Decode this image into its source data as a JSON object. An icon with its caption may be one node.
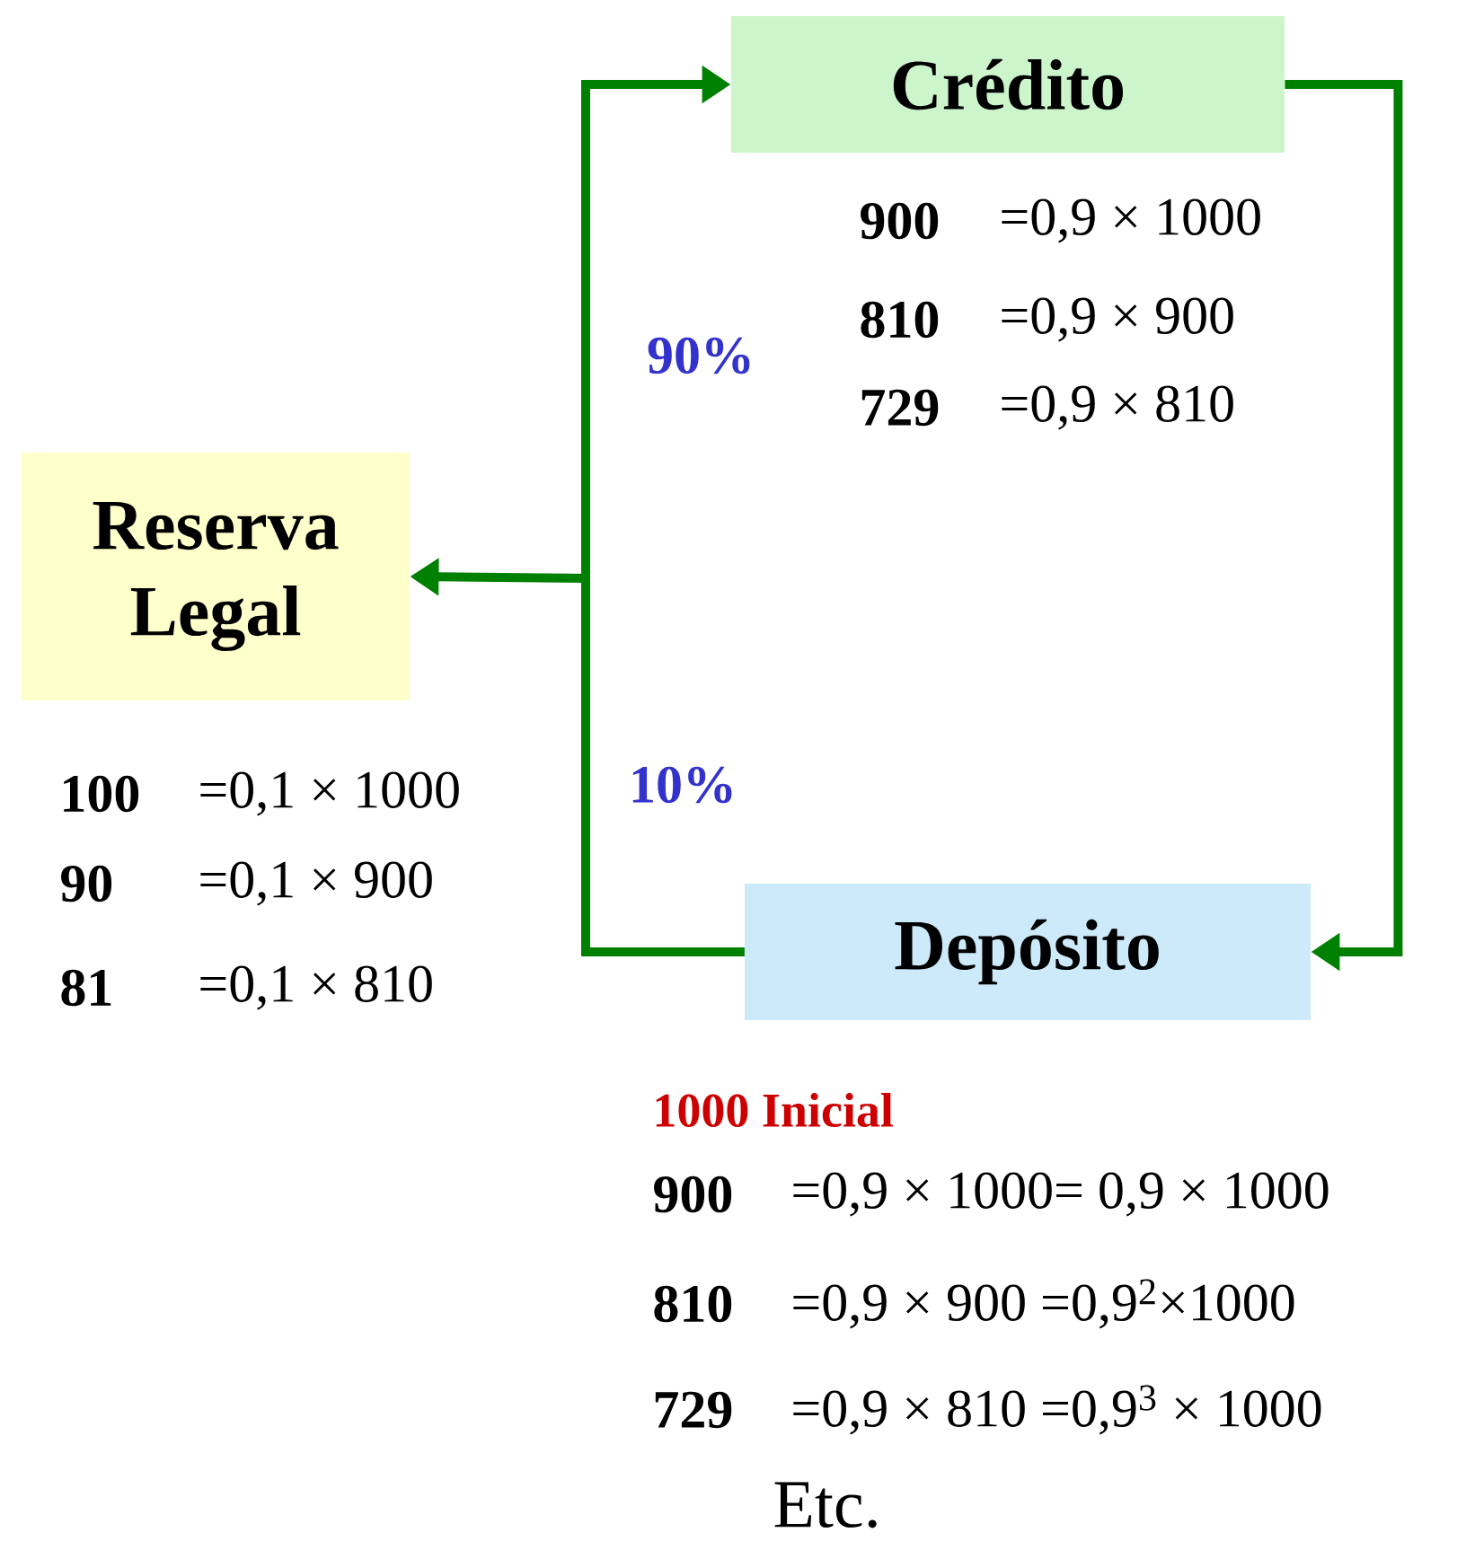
{
  "diagram": {
    "nodes": [
      {
        "text": [
          "Crédito"
        ]
      },
      {
        "text": [
          "Reserva Legal"
        ]
      },
      {
        "text": [
          "Depósito"
        ]
      }
    ],
    "edges": [
      {
        "from": 0,
        "to": 2,
        "arrow": "to"
      },
      {
        "from": 2,
        "to": 1,
        "arrow": "to",
        "label": "10%"
      },
      {
        "from": 2,
        "to": 0,
        "arrow": "to",
        "label": "90%"
      }
    ],
    "labels": [
      "900",
      "=0,9 × 1000",
      "810",
      "=0,9 × 900",
      "729",
      "=0,9 × 810",
      "100",
      "=0,1 × 1000",
      "90",
      "=0,1 × 900",
      "81",
      "=0,1 × 810",
      "1000 Inicial",
      "900",
      "=0,9 × 1000= 0,9 × 1000",
      "810",
      "=0,9 × 900  =0,9$^{2}$×1000",
      "729",
      "=0,9 × 810  =0,9$^{3}$ × 1000",
      "Etc."
    ]
  }
}
